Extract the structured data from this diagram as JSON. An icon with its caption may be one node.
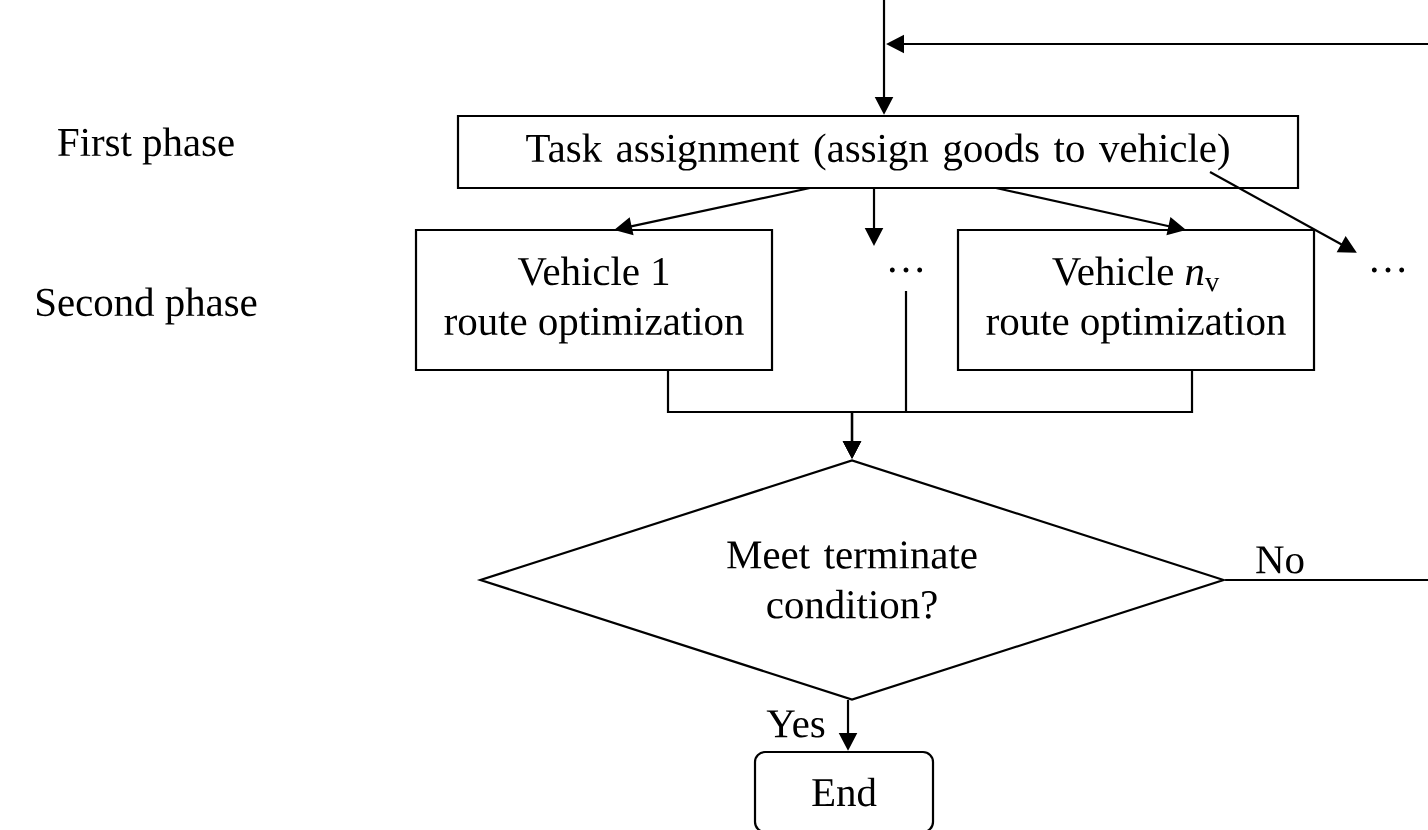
{
  "diagram": {
    "nodes": [
      {
        "text": [
          "Task assignment (assign goods to vehicle)"
        ]
      },
      {
        "text": [
          "Vehicle 1 route optimization"
        ]
      },
      {
        "text": [
          "…"
        ]
      },
      {
        "text": [
          "Vehicle *n*$_{v}$ route optimization"
        ]
      },
      {
        "text": [
          "…"
        ]
      },
      {
        "text": [
          "Meet terminate condition?"
        ]
      },
      {
        "text": [
          "End"
        ]
      }
    ],
    "edges": [
      {
        "from": null,
        "to": 0,
        "arrow": "to"
      },
      {
        "from": 5,
        "to": 0,
        "arrow": "to",
        "label": "No"
      },
      {
        "from": 0,
        "to": 1,
        "arrow": "to"
      },
      {
        "from": 0,
        "to": 2,
        "arrow": "to"
      },
      {
        "from": 0,
        "to": 3,
        "arrow": "to"
      },
      {
        "from": 0,
        "to": 4,
        "arrow": "to"
      },
      {
        "from": 1,
        "to": 5,
        "arrow": "to"
      },
      {
        "from": 2,
        "to": 5,
        "arrow": "to"
      },
      {
        "from": 3,
        "to": 5,
        "arrow": "to"
      },
      {
        "from": 5,
        "to": 6,
        "arrow": "to",
        "label": "Yes"
      }
    ],
    "labels": [
      "First phase",
      "Second phase"
    ]
  }
}
